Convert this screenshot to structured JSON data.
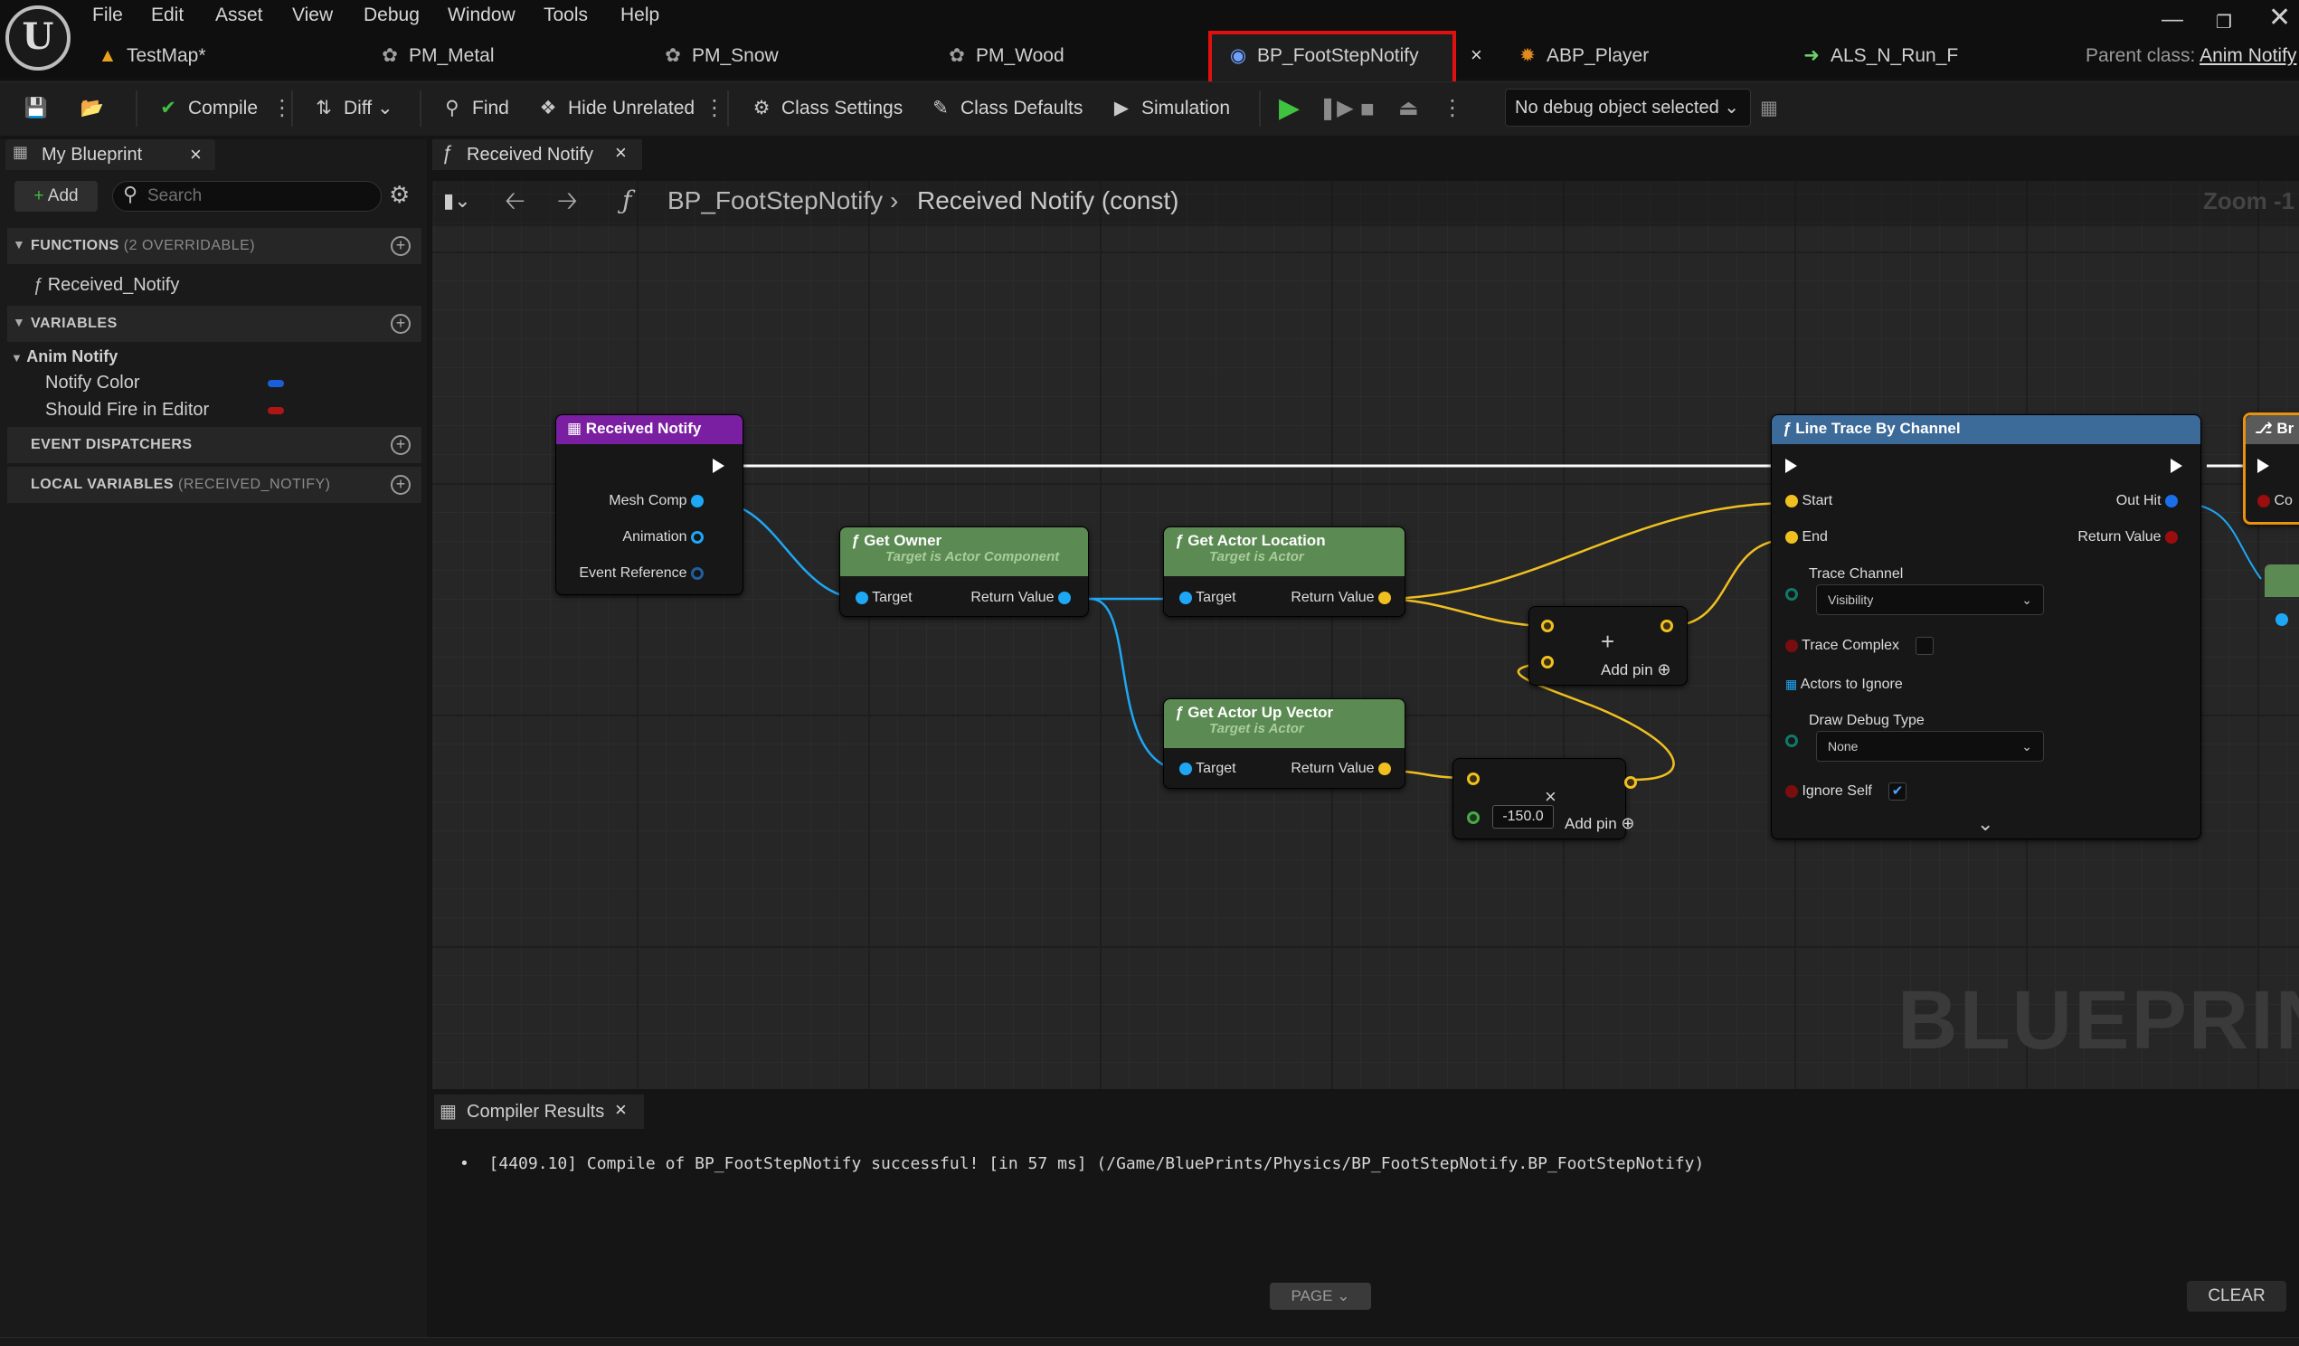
{
  "menu": [
    "File",
    "Edit",
    "Asset",
    "View",
    "Debug",
    "Window",
    "Tools",
    "Help"
  ],
  "tabs": [
    {
      "label": "TestMap*",
      "icon": "level-icon"
    },
    {
      "label": "PM_Metal",
      "icon": "physical-material-icon"
    },
    {
      "label": "PM_Snow",
      "icon": "physical-material-icon"
    },
    {
      "label": "PM_Wood",
      "icon": "physical-material-icon"
    },
    {
      "label": "BP_FootStepNotify",
      "icon": "blueprint-icon",
      "active": true
    },
    {
      "label": "ABP_Player",
      "icon": "anim-blueprint-icon"
    },
    {
      "label": "ALS_N_Run_F",
      "icon": "anim-sequence-icon"
    }
  ],
  "parent_class": {
    "label": "Parent class:",
    "value": "Anim Notify"
  },
  "toolbar": {
    "compile": "Compile",
    "diff": "Diff",
    "find": "Find",
    "hide_unrelated": "Hide Unrelated",
    "class_settings": "Class Settings",
    "class_defaults": "Class Defaults",
    "simulation": "Simulation",
    "debug_object": "No debug object selected"
  },
  "my_blueprint": {
    "tab": "My Blueprint",
    "add": "Add",
    "search_placeholder": "Search",
    "functions": {
      "title": "FUNCTIONS",
      "sub": "(2 OVERRIDABLE)",
      "items": [
        "Received_Notify"
      ]
    },
    "variables": {
      "title": "VARIABLES",
      "category": "Anim Notify",
      "items": [
        {
          "name": "Notify Color",
          "color": "#1a5fd8"
        },
        {
          "name": "Should Fire in Editor",
          "color": "#b01515"
        }
      ]
    },
    "event_dispatchers": {
      "title": "EVENT DISPATCHERS"
    },
    "local_variables": {
      "title": "LOCAL VARIABLES",
      "sub": "(RECEIVED_NOTIFY)"
    }
  },
  "graph": {
    "tab": "Received Notify",
    "breadcrumb": {
      "root": "BP_FootStepNotify",
      "current": "Received Notify (const)"
    },
    "zoom": "Zoom -1",
    "watermark": "BLUEPRINT",
    "nodes": {
      "received_notify": {
        "title": "Received Notify",
        "pins": [
          "Mesh Comp",
          "Animation",
          "Event Reference"
        ]
      },
      "get_owner": {
        "title": "Get Owner",
        "subtitle": "Target is Actor Component",
        "in": "Target",
        "out": "Return Value"
      },
      "get_actor_location": {
        "title": "Get Actor Location",
        "subtitle": "Target is Actor",
        "in": "Target",
        "out": "Return Value"
      },
      "get_actor_up_vector": {
        "title": "Get Actor Up Vector",
        "subtitle": "Target is Actor",
        "in": "Target",
        "out": "Return Value"
      },
      "add_node": {
        "add_pin": "Add pin"
      },
      "multiply_node": {
        "value": "-150.0",
        "add_pin": "Add pin"
      },
      "line_trace": {
        "title": "Line Trace By Channel",
        "start": "Start",
        "end": "End",
        "out_hit": "Out Hit",
        "return_value": "Return Value",
        "trace_channel": "Trace Channel",
        "trace_channel_value": "Visibility",
        "trace_complex": "Trace Complex",
        "actors_to_ignore": "Actors to Ignore",
        "draw_debug_type": "Draw Debug Type",
        "draw_debug_value": "None",
        "ignore_self": "Ignore Self"
      },
      "partial": {
        "title": "Br",
        "pin": "Co"
      }
    }
  },
  "compiler": {
    "tab": "Compiler Results",
    "message": "[4409.10] Compile of BP_FootStepNotify successful! [in 57 ms] (/Game/BluePrints/Physics/BP_FootStepNotify.BP_FootStepNotify)",
    "page": "PAGE",
    "clear": "CLEAR"
  },
  "colors": {
    "struct_vector": "#f0c020",
    "object": "#1ea7f5",
    "exec": "#ffffff",
    "bool": "#8b0000",
    "pure_header": "#5b8a52",
    "event_header": "#7b1fa2",
    "func_header": "#3d6b99",
    "highlight": "#e01010"
  }
}
